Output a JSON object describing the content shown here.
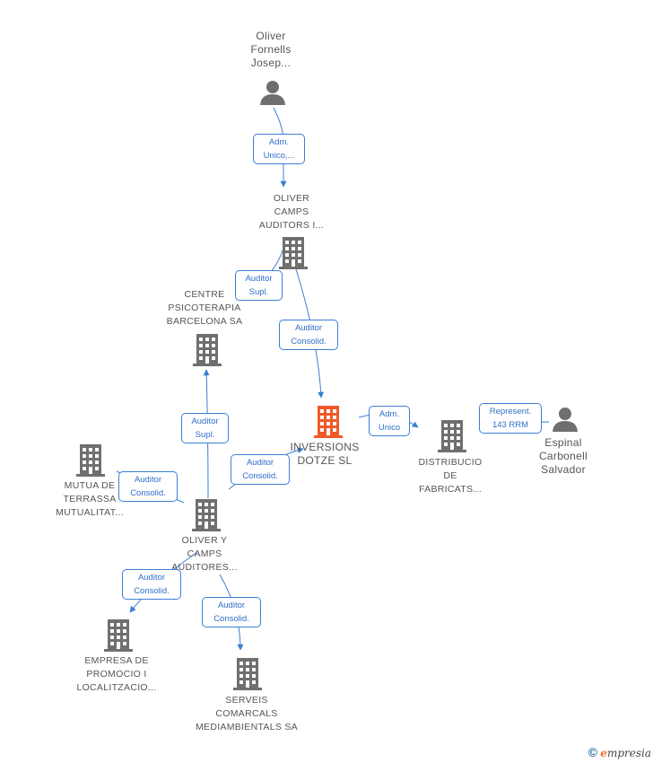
{
  "colors": {
    "edge": "#3a7fd5",
    "node_icon": "#6f6f6f",
    "focus_icon": "#f05a28",
    "label": "#555555"
  },
  "nodes": {
    "oliver_person": {
      "lines": [
        "Oliver",
        "Fornells",
        "Josep..."
      ],
      "icon": "person-icon"
    },
    "oliver_camps_auditors_i": {
      "lines": [
        "OLIVER",
        "CAMPS",
        "AUDITORS I..."
      ],
      "icon": "building-icon"
    },
    "centre_psicoterapia": {
      "lines": [
        "CENTRE",
        "PSICOTERAPIA",
        "BARCELONA SA"
      ],
      "icon": "building-icon"
    },
    "inversions_dotze": {
      "lines": [
        "INVERSIONS",
        "DOTZE SL"
      ],
      "icon": "building-icon"
    },
    "distribucio": {
      "lines": [
        "DISTRIBUCIO",
        "DE",
        "FABRICATS..."
      ],
      "icon": "building-icon"
    },
    "espinal_person": {
      "lines": [
        "Espinal",
        "Carbonell",
        "Salvador"
      ],
      "icon": "person-icon"
    },
    "mutua_terrassa": {
      "lines": [
        "MUTUA DE",
        "TERRASSA",
        "MUTUALITAT..."
      ],
      "icon": "building-icon"
    },
    "oliver_camps_auditores": {
      "lines": [
        "OLIVER Y",
        "CAMPS",
        "AUDITORES..."
      ],
      "icon": "building-icon"
    },
    "empresa_promocio": {
      "lines": [
        "EMPRESA DE",
        "PROMOCIO I",
        "LOCALITZACIO..."
      ],
      "icon": "building-icon"
    },
    "serveis_comarcals": {
      "lines": [
        "SERVEIS",
        "COMARCALS",
        "MEDIAMBIENTALS SA"
      ],
      "icon": "building-icon"
    }
  },
  "edges": {
    "e1": [
      "Adm.",
      "Unico,..."
    ],
    "e2": [
      "Auditor",
      "Supl."
    ],
    "e3": [
      "Auditor",
      "Consolid."
    ],
    "e4": [
      "Adm.",
      "Unico"
    ],
    "e5": [
      "Represent.",
      "143 RRM"
    ],
    "e6": [
      "Auditor",
      "Supl."
    ],
    "e7": [
      "Auditor",
      "Consolid."
    ],
    "e8": [
      "Auditor",
      "Consolid."
    ],
    "e9": [
      "Auditor",
      "Consolid."
    ],
    "e10": [
      "Auditor",
      "Consolid."
    ]
  },
  "footer": {
    "copyright": "©",
    "brand_initial": "e",
    "brand_rest": "mpresia"
  }
}
